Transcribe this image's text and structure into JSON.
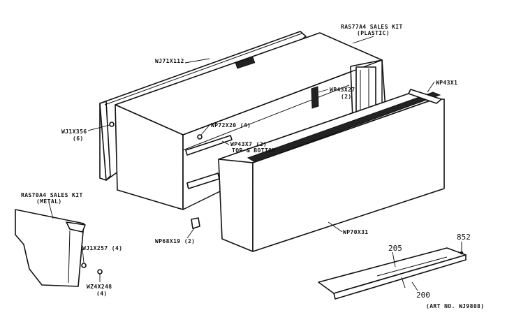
{
  "diagram": {
    "labels": {
      "ras77a4": "RAS77A4 SALES KIT",
      "plastic": "(PLASTIC)",
      "wj71x112": "WJ71X112",
      "wp43x1": "WP43X1",
      "wp43x27": "WP43X27",
      "wp43x27_qty": "(2)",
      "wj1x356": "WJ1X356",
      "wj1x356_qty": "(6)",
      "wp72x20": "WP72X20 (4)",
      "wp43x7": "WP43X7 (2)",
      "top_bottom": "TOP & BOTTOM",
      "ras70a4": "RAS70A4 SALES KIT",
      "metal": "(METAL)",
      "wj1x257": "WJ1X257 (4)",
      "wz4x248": "WZ4X248",
      "wz4x248_qty": "(4)",
      "wp68x19": "WP68X19 (2)",
      "wp70x31": "WP70X31",
      "n852": "852",
      "n205": "205",
      "n200": "200",
      "art_no": "(ART NO. WJ9808)"
    }
  }
}
